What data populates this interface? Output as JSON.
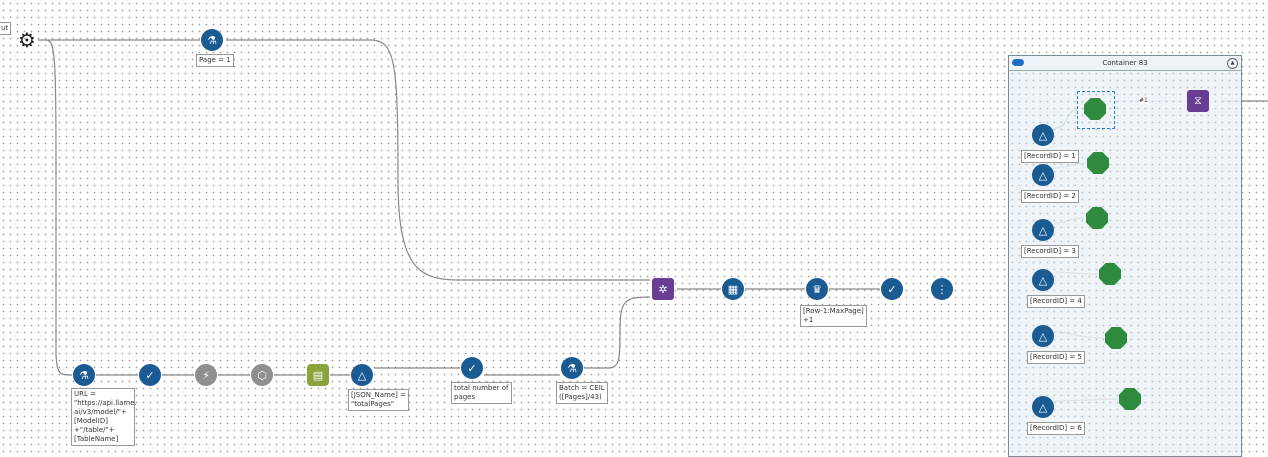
{
  "canvas": {
    "macro_input_label": "ut",
    "top_row": {
      "formula_label": "Page = 1"
    },
    "bottom_row": {
      "formula_url_label": "URL =\n\"https://api.llame.\nai/v3/model/\"+\n[ModelID]\n+\"/table/\"+\n[TableName]",
      "filter_label": "[JSON_Name] =\n\"totalPages\"",
      "select_label": "total number of\npages",
      "batch_label": "Batch = CEIL\n([Pages]/43)"
    },
    "middle_row": {
      "generate_rows_label": "[Row-1:MaxPage]\n+1"
    },
    "container": {
      "title": "Container 83",
      "connection_label": "#1",
      "filters": [
        "[RecordID] = 1",
        "[RecordID] = 2",
        "[RecordID] = 3",
        "[RecordID] = 4",
        "[RecordID] = 5",
        "[RecordID] = 6"
      ]
    }
  },
  "colors": {
    "preparation": "#1b5b94",
    "developer": "#8d8f91",
    "parse": "#8aa33a",
    "join": "#6a3d94",
    "macro": "#2e8b3e",
    "connection": "#888888"
  }
}
